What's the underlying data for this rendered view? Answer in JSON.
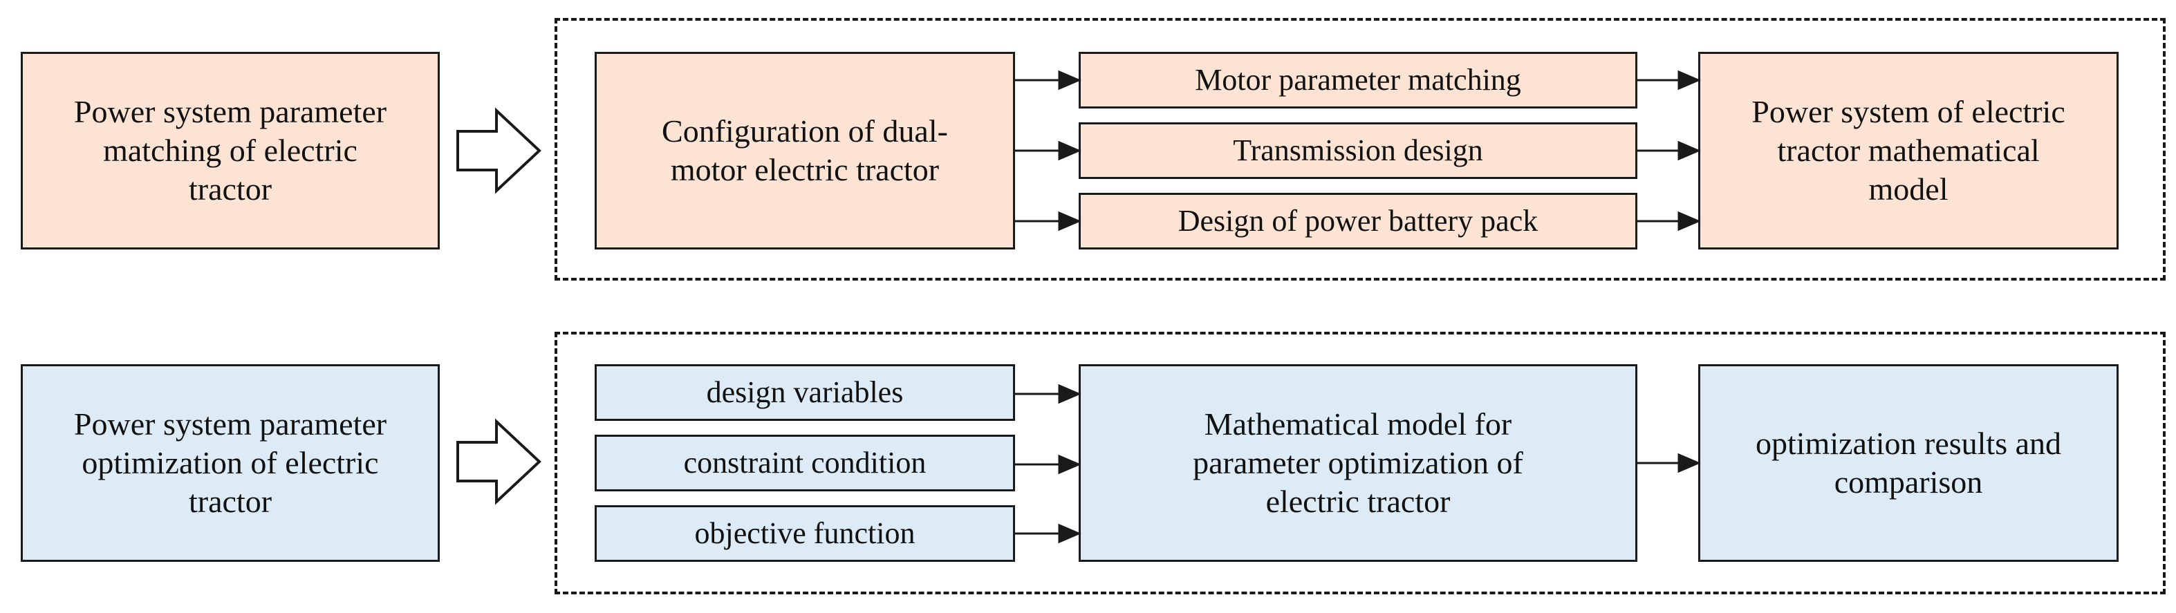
{
  "top_row": {
    "left_label": "Power system parameter\nmatching of electric\ntractor",
    "config_label": "Configuration of dual-\nmotor electric tractor",
    "steps": [
      "Motor parameter matching",
      "Transmission design",
      "Design of  power battery pack"
    ],
    "result_label": "Power system of electric\ntractor  mathematical\nmodel"
  },
  "bottom_row": {
    "left_label": "Power system parameter\noptimization of electric\ntractor",
    "inputs": [
      "design variables",
      "constraint condition",
      "objective function"
    ],
    "model_label": "Mathematical model for\nparameter optimization of\nelectric tractor",
    "result_label": "optimization results and\ncomparison"
  },
  "colors": {
    "top_fill": "#fce3d3",
    "bottom_fill": "#dcebf6",
    "stroke": "#1a1a1a"
  }
}
